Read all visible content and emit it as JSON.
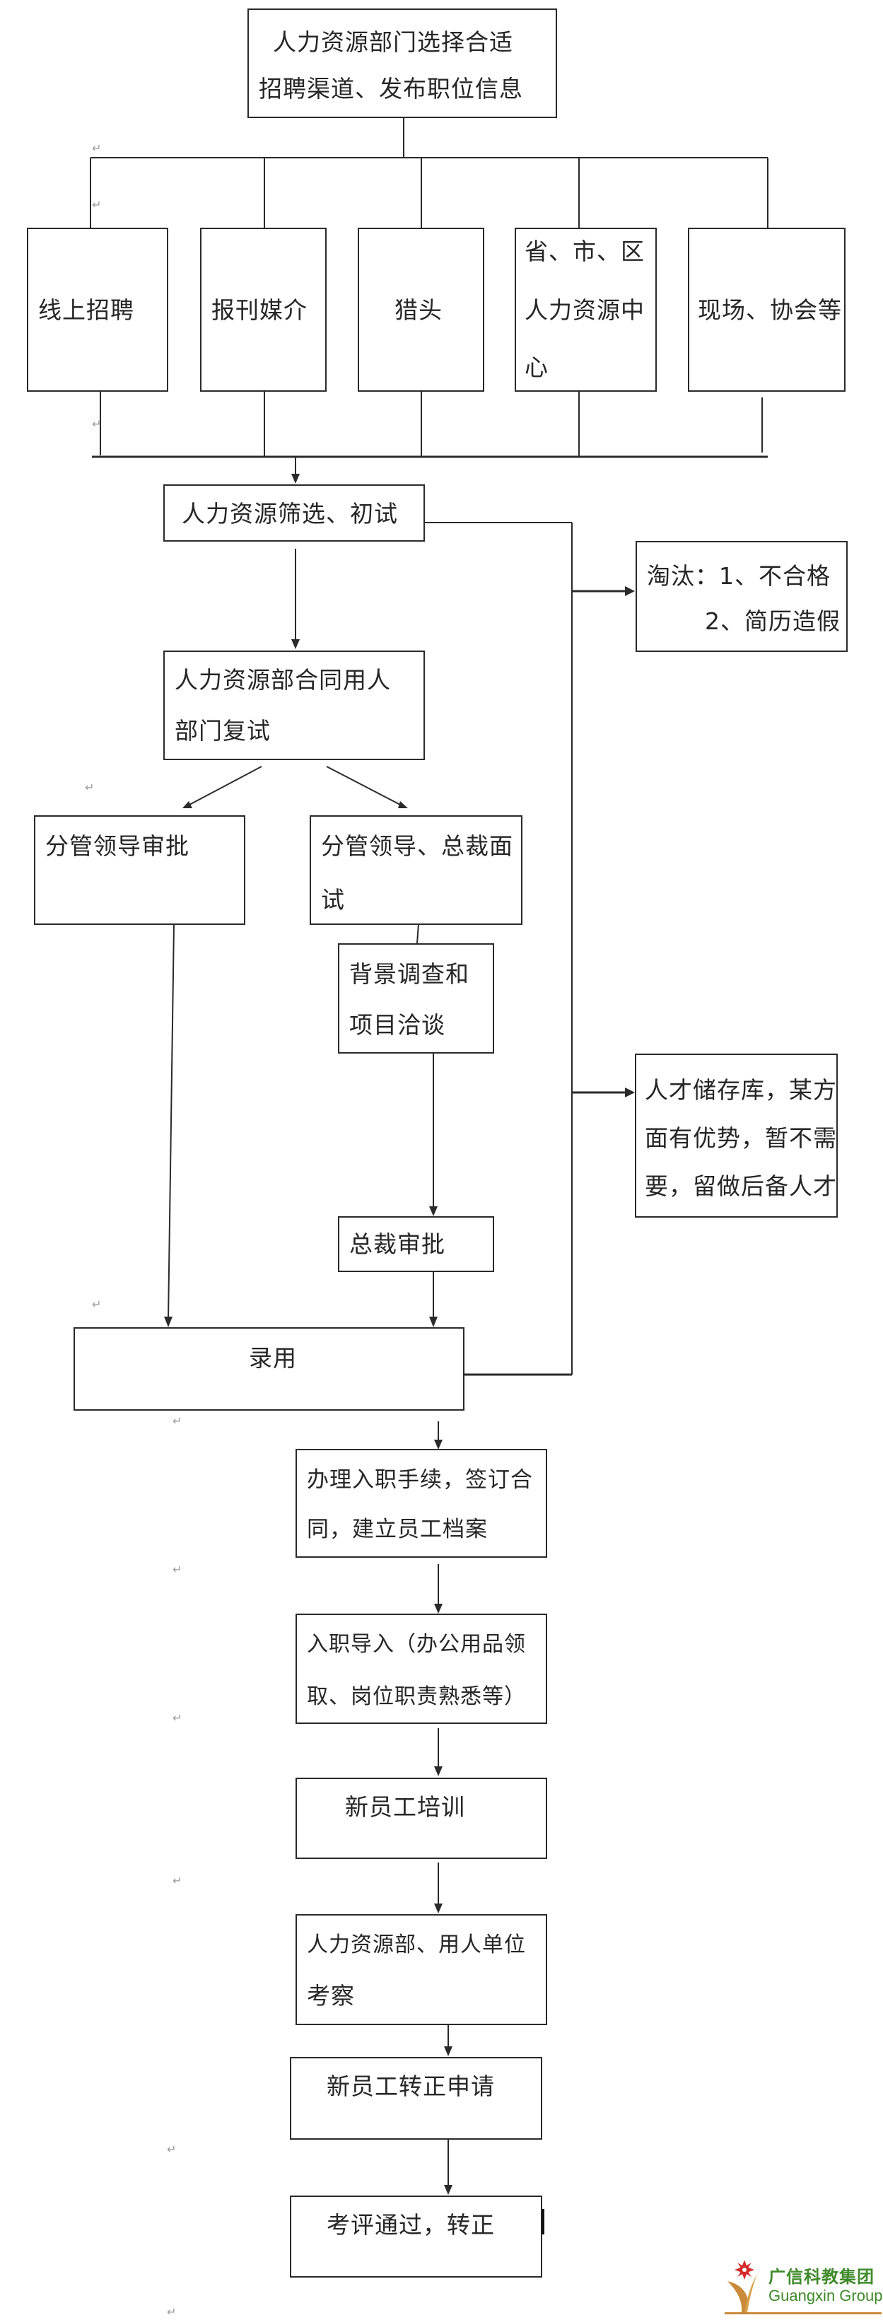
{
  "diagram": {
    "nodes": {
      "start": {
        "lines": [
          "人力资源部门选择合适",
          "招聘渠道、发布职位信息"
        ]
      },
      "channels": [
        {
          "lines": [
            "线上招聘"
          ]
        },
        {
          "lines": [
            "报刊媒介"
          ]
        },
        {
          "lines": [
            "猎头"
          ]
        },
        {
          "lines": [
            "省、市、区",
            "人力资源中",
            "心"
          ]
        },
        {
          "lines": [
            "现场、协会等"
          ]
        }
      ],
      "screening": {
        "lines": [
          "人力资源筛选、初试"
        ]
      },
      "eliminate": {
        "lines": [
          "淘汰：1、不合格",
          "2、简历造假"
        ]
      },
      "second_interview": {
        "lines": [
          "人力资源部合同用人",
          "部门复试"
        ]
      },
      "leader_approval": {
        "lines": [
          "分管领导审批"
        ]
      },
      "leader_ceo_interview": {
        "lines": [
          "分管领导、总裁面",
          "试"
        ]
      },
      "background_check": {
        "lines": [
          "背景调查和",
          "项目洽谈"
        ]
      },
      "talent_pool": {
        "lines": [
          "人才储存库，某方",
          "面有优势，暂不需",
          "要，留做后备人才"
        ]
      },
      "ceo_approval": {
        "lines": [
          "总裁审批"
        ]
      },
      "hire": {
        "lines": [
          "录用"
        ]
      },
      "onboarding": {
        "lines": [
          "办理入职手续，签订合",
          "同，建立员工档案"
        ]
      },
      "orientation": {
        "lines": [
          "入职导入（办公用品领",
          "取、岗位职责熟悉等）"
        ]
      },
      "training": {
        "lines": [
          "新员工培训"
        ]
      },
      "assessment": {
        "lines": [
          "人力资源部、用人单位",
          "考察"
        ]
      },
      "regularization_request": {
        "lines": [
          "新员工转正申请"
        ]
      },
      "regularization_pass": {
        "lines": [
          "考评通过，转正"
        ]
      }
    },
    "paragraph_mark": "↵"
  },
  "logo": {
    "name_cn": "广信科教集团",
    "name_en": "Guangxin Group",
    "colors": {
      "text": "#3f8a2a",
      "accent": "#c98a3a",
      "flower": "#d42a2a"
    }
  },
  "colors": {
    "line": "#2a2a2a",
    "background": "#ffffff"
  }
}
